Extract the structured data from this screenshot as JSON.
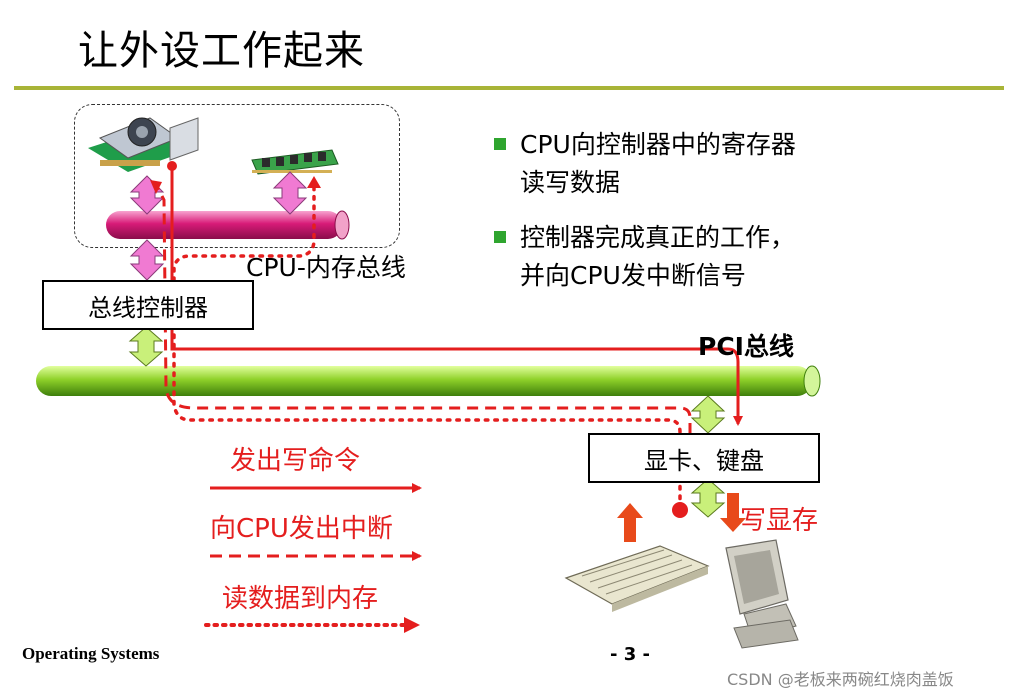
{
  "slide": {
    "title": "让外设工作起来",
    "bullets": [
      {
        "lines": [
          "CPU向控制器中的寄存器",
          "读写数据"
        ]
      },
      {
        "lines": [
          "控制器完成真正的工作，",
          "并向CPU发中断信号"
        ]
      }
    ],
    "labels": {
      "bus_controller": "总线控制器",
      "cpu_memory_bus": "CPU-内存总线",
      "pci_bus": "PCI总线",
      "gpu_keyboard": "显卡、键盘",
      "write_vram": "写显存"
    },
    "legend": [
      {
        "text": "发出写命令",
        "style": "solid"
      },
      {
        "text": "向CPU发出中断",
        "style": "dashed"
      },
      {
        "text": "读数据到内存",
        "style": "dotted"
      }
    ],
    "footer": {
      "course": "Operating Systems",
      "page": "- 3 -"
    },
    "watermark": "CSDN @老板来两碗红烧肉盖饭",
    "colors": {
      "accent_rule": "#a8b437",
      "bullet": "#2fa52f",
      "path_red": "#e41e1e",
      "memory_bus": "#d81b78",
      "pci_bus": "#8fd12a",
      "connector_pink": "#f07ad2",
      "connector_green": "#c9f07a"
    }
  }
}
